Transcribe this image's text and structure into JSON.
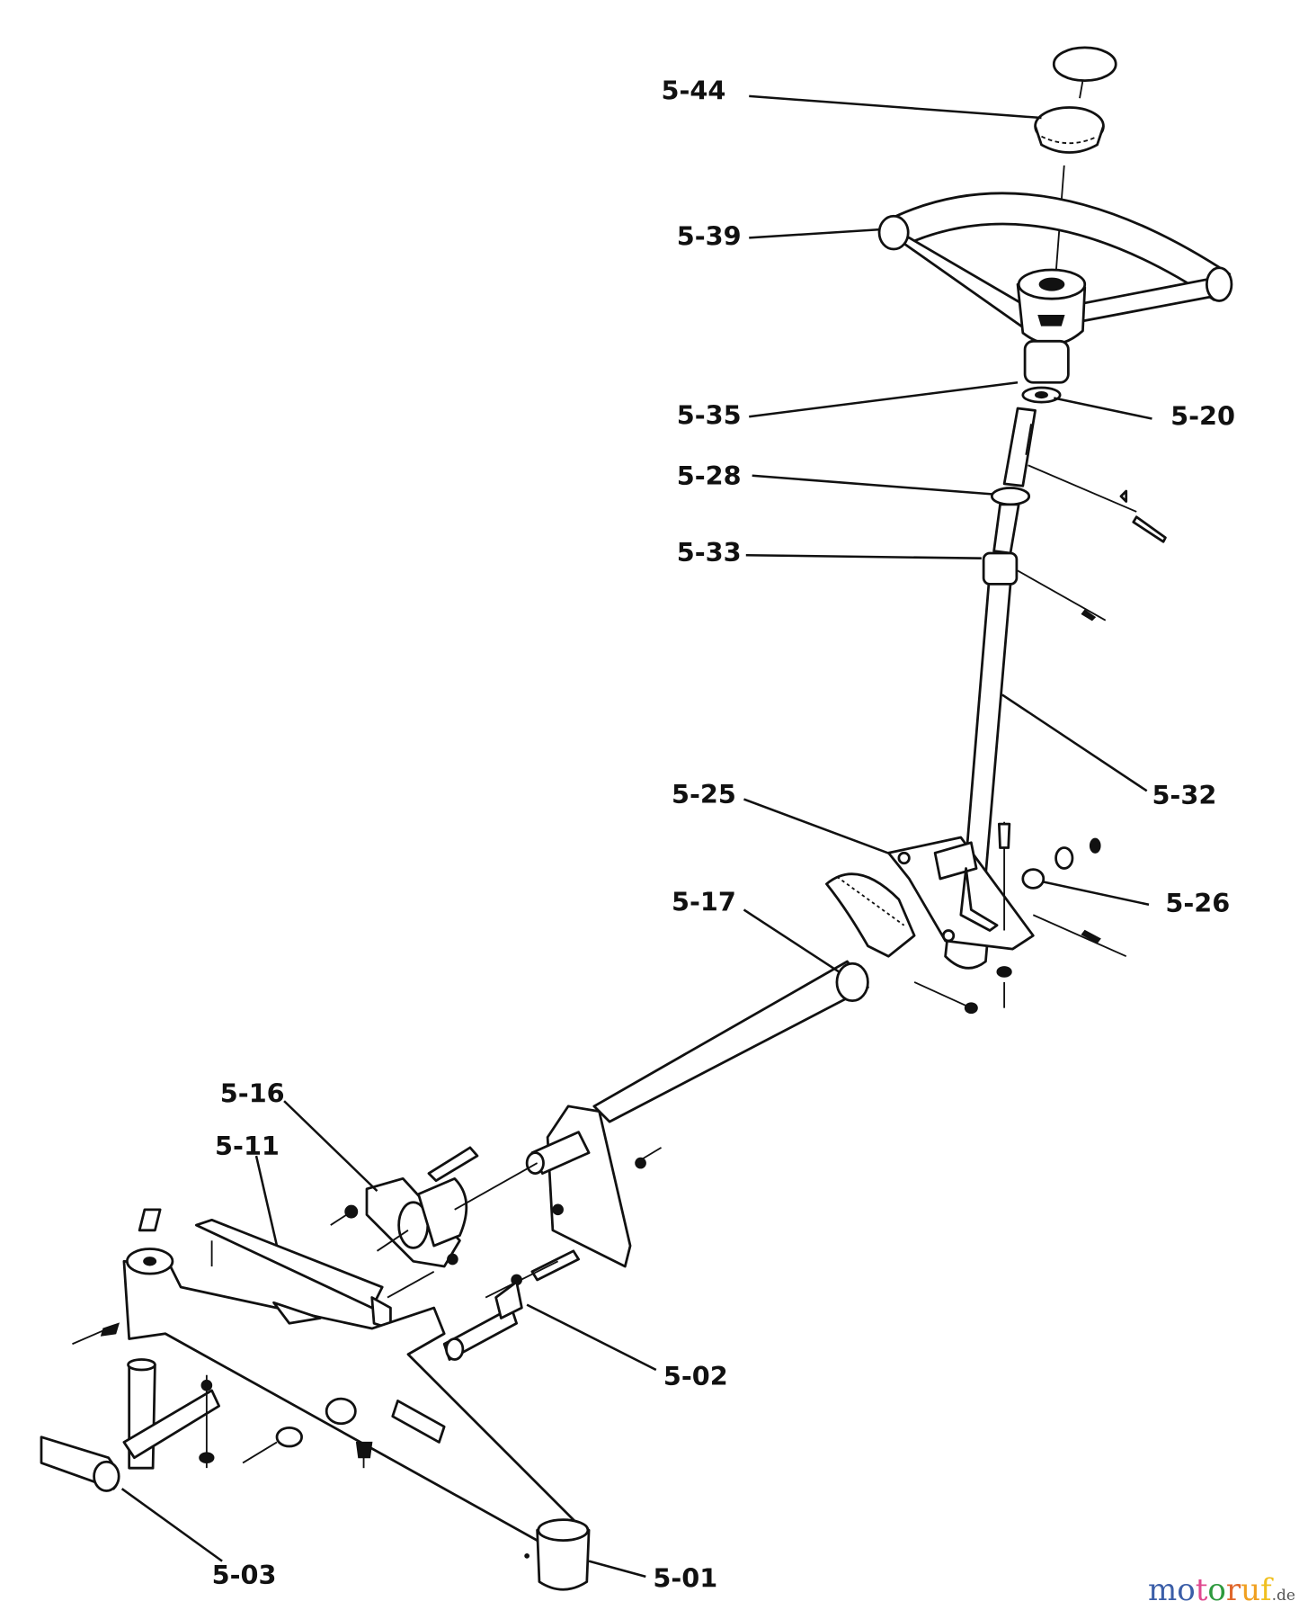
{
  "diagram": {
    "labels": {
      "p544": "5-44",
      "p539": "5-39",
      "p535": "5-35",
      "p520": "5-20",
      "p528": "5-28",
      "p533": "5-33",
      "p532": "5-32",
      "p525": "5-25",
      "p526": "5-26",
      "p517": "5-17",
      "p516": "5-16",
      "p511": "5-11",
      "p502": "5-02",
      "p503": "5-03",
      "p501": "5-01"
    }
  },
  "watermark": {
    "letters": [
      "m",
      "o",
      "t",
      "o",
      "r",
      "u",
      "f"
    ],
    "colors": [
      "#3b5ea8",
      "#3b5ea8",
      "#e0488f",
      "#2e9a3e",
      "#e0662a",
      "#f0a020",
      "#f0c020"
    ],
    "suffix": ".de"
  }
}
